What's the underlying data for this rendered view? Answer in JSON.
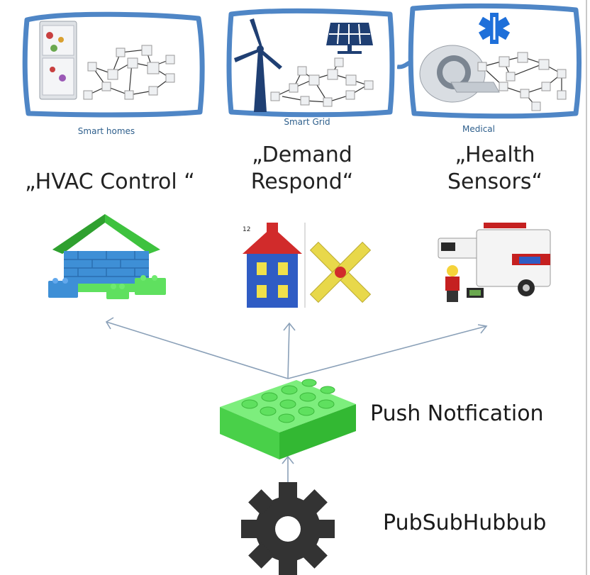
{
  "categories": [
    {
      "caption": "Smart homes",
      "title": "„HVAC Control “"
    },
    {
      "caption": "Smart Grid",
      "title_lines": [
        "„Demand",
        "Respond“"
      ]
    },
    {
      "caption": "Medical",
      "title_lines": [
        "„Health",
        "Sensors“"
      ]
    }
  ],
  "components": {
    "push": "Push Notfication",
    "hub": "PubSubHubbub"
  },
  "lego_set_number": "12",
  "colors": {
    "frame": "#4f86c6",
    "caption": "#2e5f8c",
    "green_brick": "#5fe05f",
    "gear": "#333333",
    "arrow": "#8aa0b8"
  }
}
